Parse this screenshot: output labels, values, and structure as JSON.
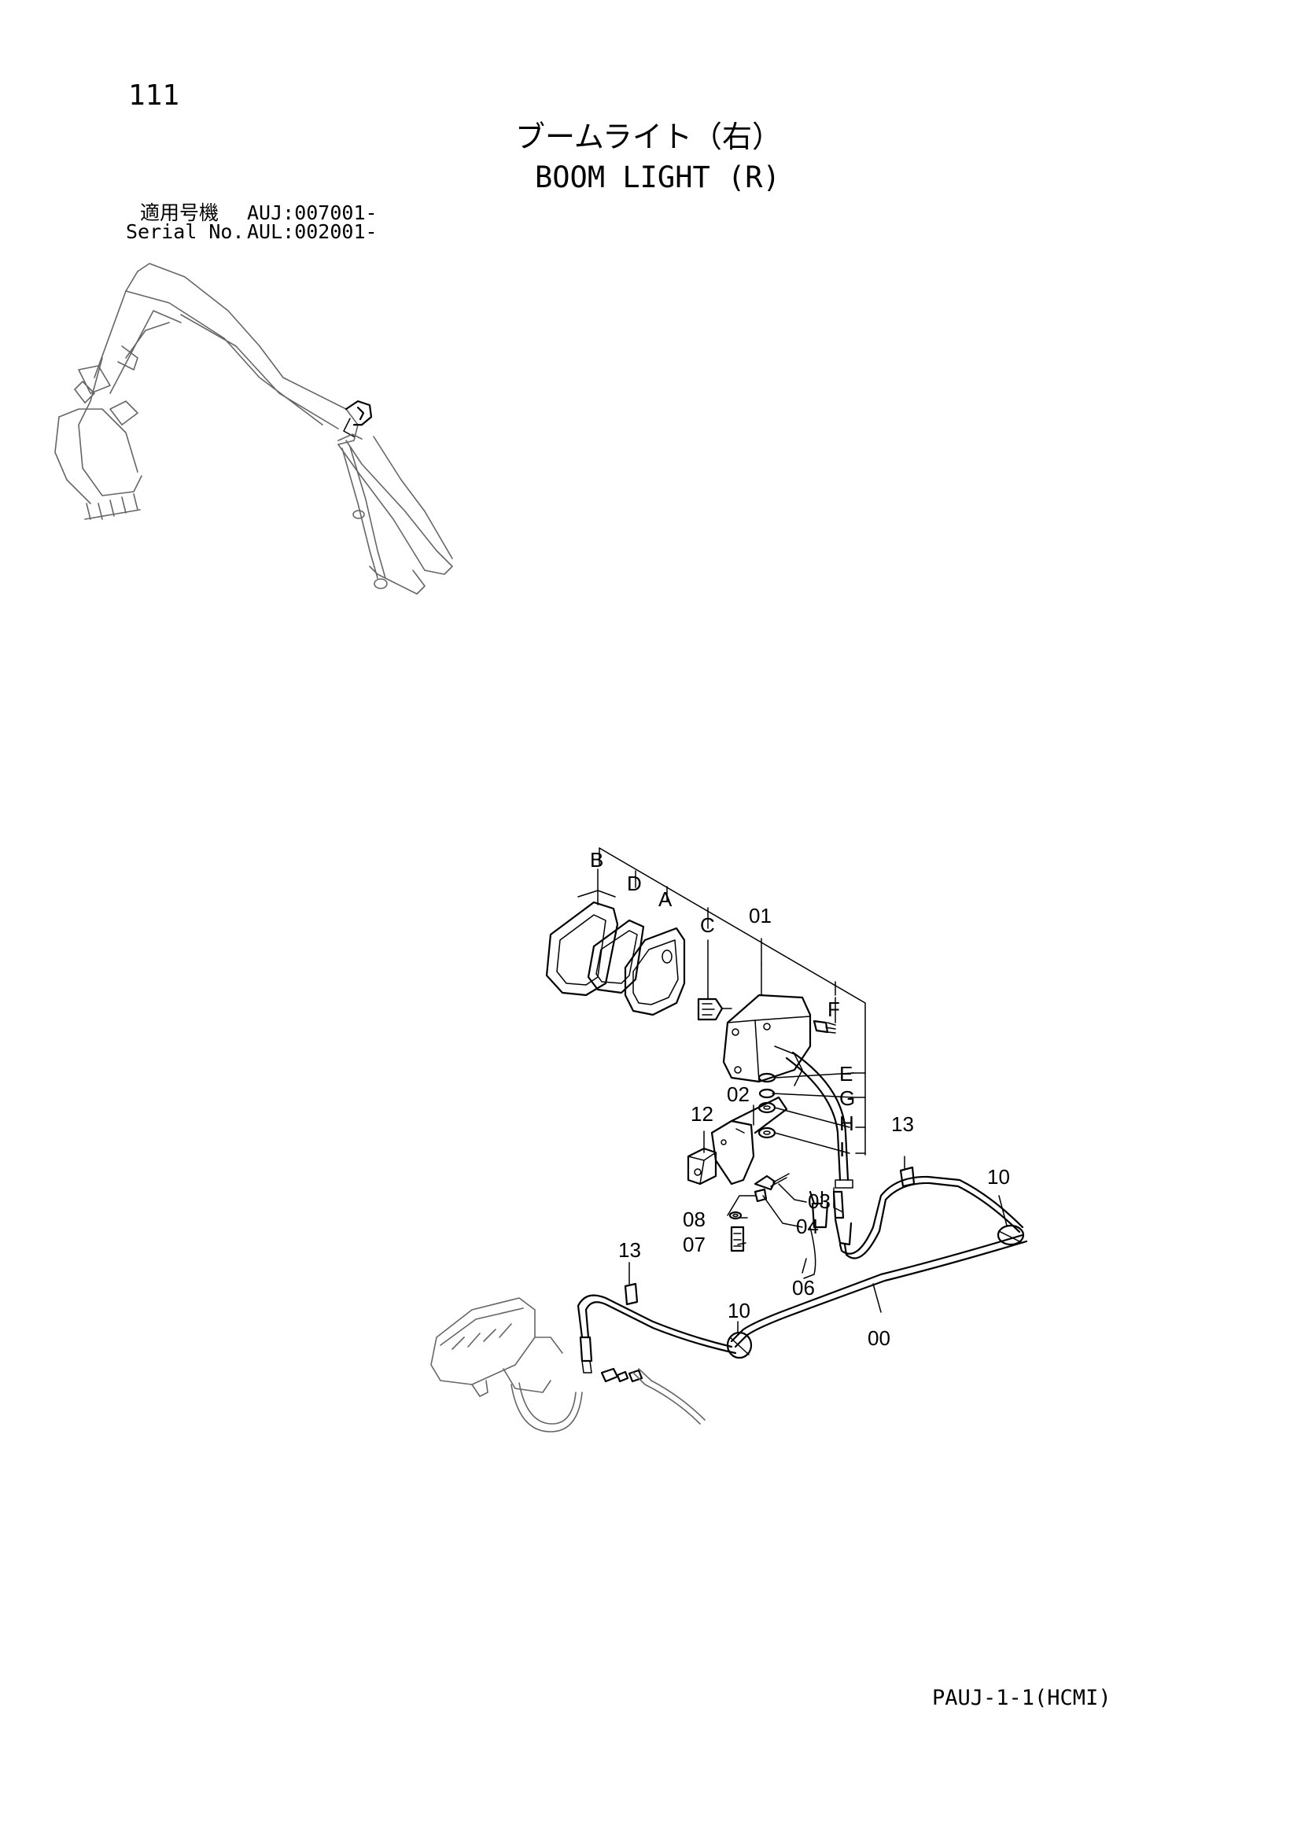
{
  "page": {
    "page_number": "111",
    "title_jp": "ブームライト（右）",
    "title_en": "BOOM LIGHT (R)",
    "serial_label_jp": "適用号機",
    "serial_value_jp": "AUJ:007001-",
    "serial_label_en": "Serial No.",
    "serial_value_en": "AUL:002001-",
    "footer_code": "PAUJ-1-1(HCMI)"
  },
  "diagram": {
    "callouts": {
      "B": "B",
      "D": "D",
      "A": "A",
      "C": "C",
      "F": "F",
      "E": "E",
      "G": "G",
      "H": "H",
      "I": "I",
      "p01": "01",
      "p02": "02",
      "p03": "03",
      "p04": "04",
      "p06": "06",
      "p07": "07",
      "p08": "08",
      "p00": "00",
      "p10a": "10",
      "p10b": "10",
      "p12": "12",
      "p13a": "13",
      "p13b": "13"
    }
  }
}
